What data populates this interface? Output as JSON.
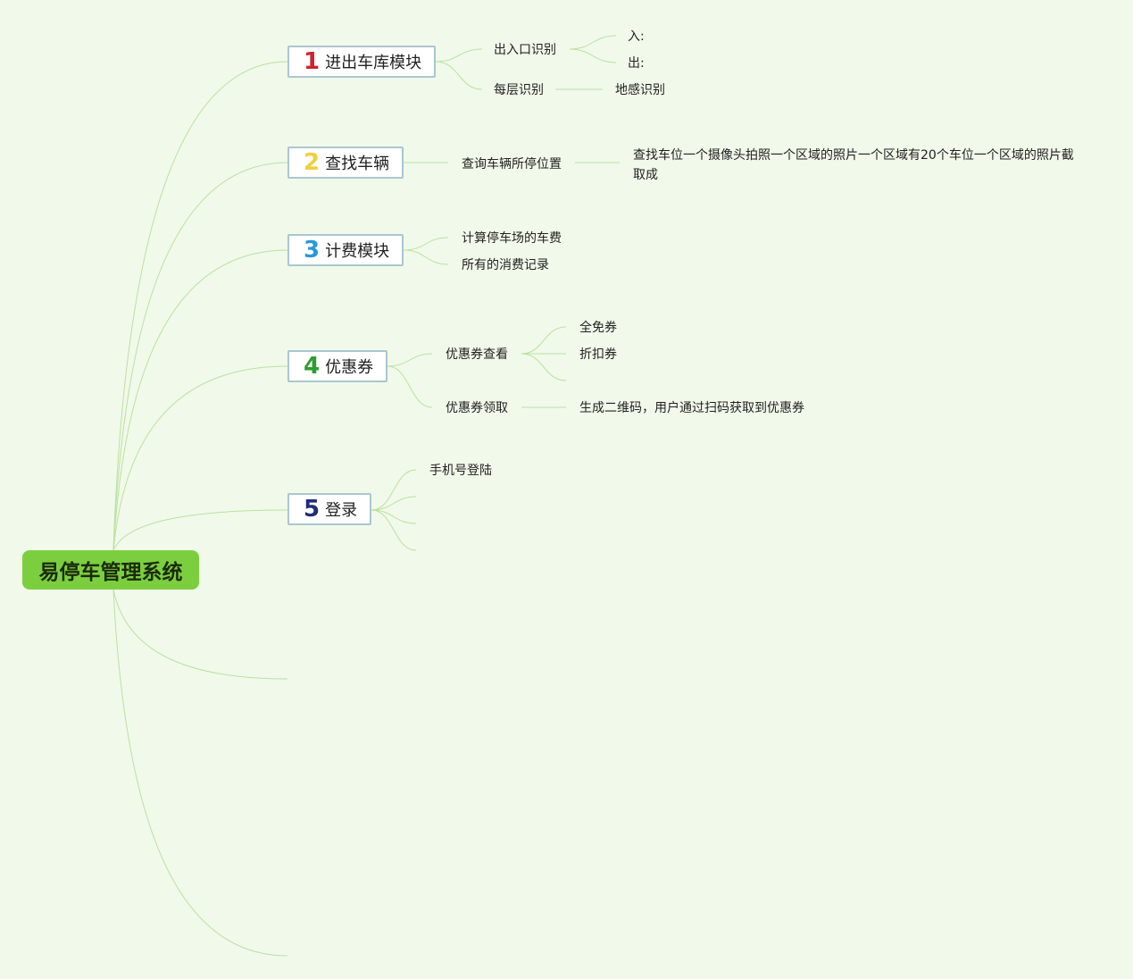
{
  "root": {
    "label": "易停车管理系统",
    "color": "#7bcf3f"
  },
  "link_color": "#b9e2a0",
  "topics": [
    {
      "number": "1",
      "number_color": "#d0232f",
      "label": "进出车库模块",
      "children": [
        {
          "label": "出入口识别",
          "children": [
            {
              "label": "入:"
            },
            {
              "label": "出:"
            }
          ]
        },
        {
          "label": "每层识别",
          "children": [
            {
              "label": "地感识别"
            }
          ]
        }
      ]
    },
    {
      "number": "2",
      "number_color": "#f2cf3a",
      "label": "查找车辆",
      "children": [
        {
          "label": "查询车辆所停位置",
          "children": [
            {
              "label": "查找车位一个摄像头拍照一个区域的照片一个区域有20个车位一个区域的照片截取成"
            }
          ]
        }
      ]
    },
    {
      "number": "3",
      "number_color": "#2a98d8",
      "label": "计费模块",
      "children": [
        {
          "label": "计算停车场的车费"
        },
        {
          "label": "所有的消费记录"
        }
      ]
    },
    {
      "number": "4",
      "number_color": "#2f9e2f",
      "label": "优惠券",
      "children": [
        {
          "label": "优惠券查看",
          "children": [
            {
              "label": "全免券"
            },
            {
              "label": "折扣券"
            },
            {
              "label": ""
            }
          ]
        },
        {
          "label": "优惠券领取",
          "children": [
            {
              "label": "生成二维码，用户通过扫码获取到优惠券"
            }
          ]
        }
      ]
    },
    {
      "number": "5",
      "number_color": "#1f2d7a",
      "label": "登录",
      "children": [
        {
          "label": "手机号登陆"
        },
        {
          "label": ""
        },
        {
          "label": ""
        },
        {
          "label": ""
        }
      ]
    }
  ]
}
